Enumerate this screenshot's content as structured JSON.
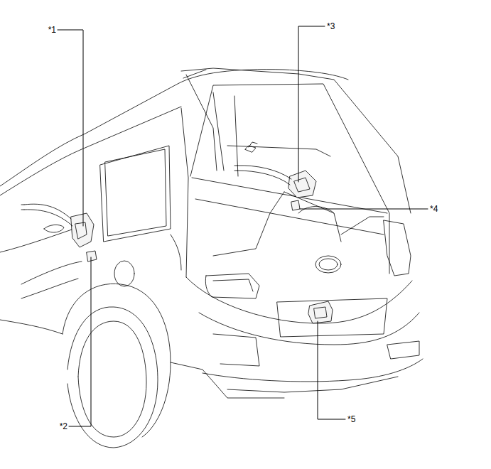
{
  "diagram": {
    "labels": [
      "*1",
      "*2",
      "*3",
      "*4",
      "*5"
    ]
  }
}
